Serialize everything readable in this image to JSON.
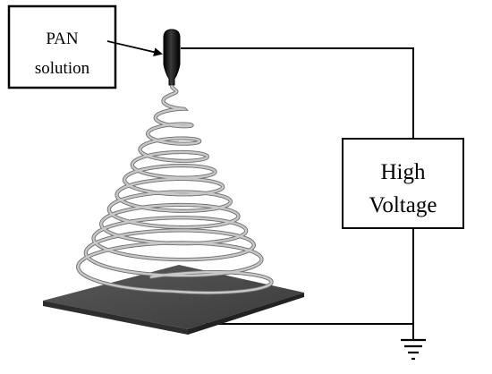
{
  "solution_box": {
    "line1": "PAN",
    "line2": "solution"
  },
  "power_box": {
    "line1": "High",
    "line2": "Voltage"
  },
  "colors": {
    "line": "#000000",
    "spring": "#c8c8c8",
    "spring_outline": "#6e6e6e",
    "plate": "#4a4a4a",
    "plate_edge": "#2c2c2c",
    "nozzle": "#111111"
  },
  "icons": [
    "syringe-nozzle-icon",
    "ground-symbol-icon",
    "arrow-icon"
  ]
}
